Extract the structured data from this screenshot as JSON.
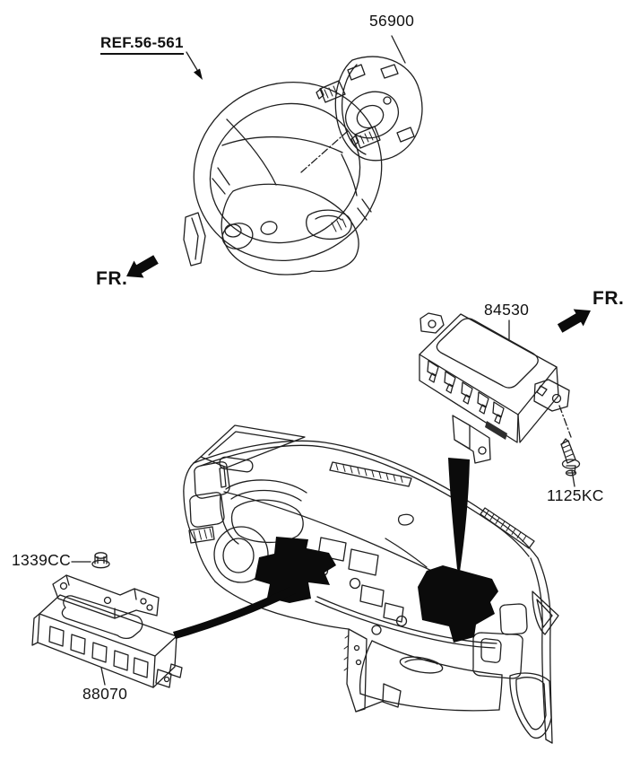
{
  "diagram": {
    "background": "#ffffff",
    "line_color": "#1f1f1f",
    "labels": {
      "steering_ref": "REF.56-561",
      "driver_airbag": "56900",
      "passenger_airbag": "84530",
      "screw": "1125KC",
      "nut": "1339CC",
      "knee_airbag": "88070",
      "front_left": "FR.",
      "front_right": "FR."
    }
  }
}
